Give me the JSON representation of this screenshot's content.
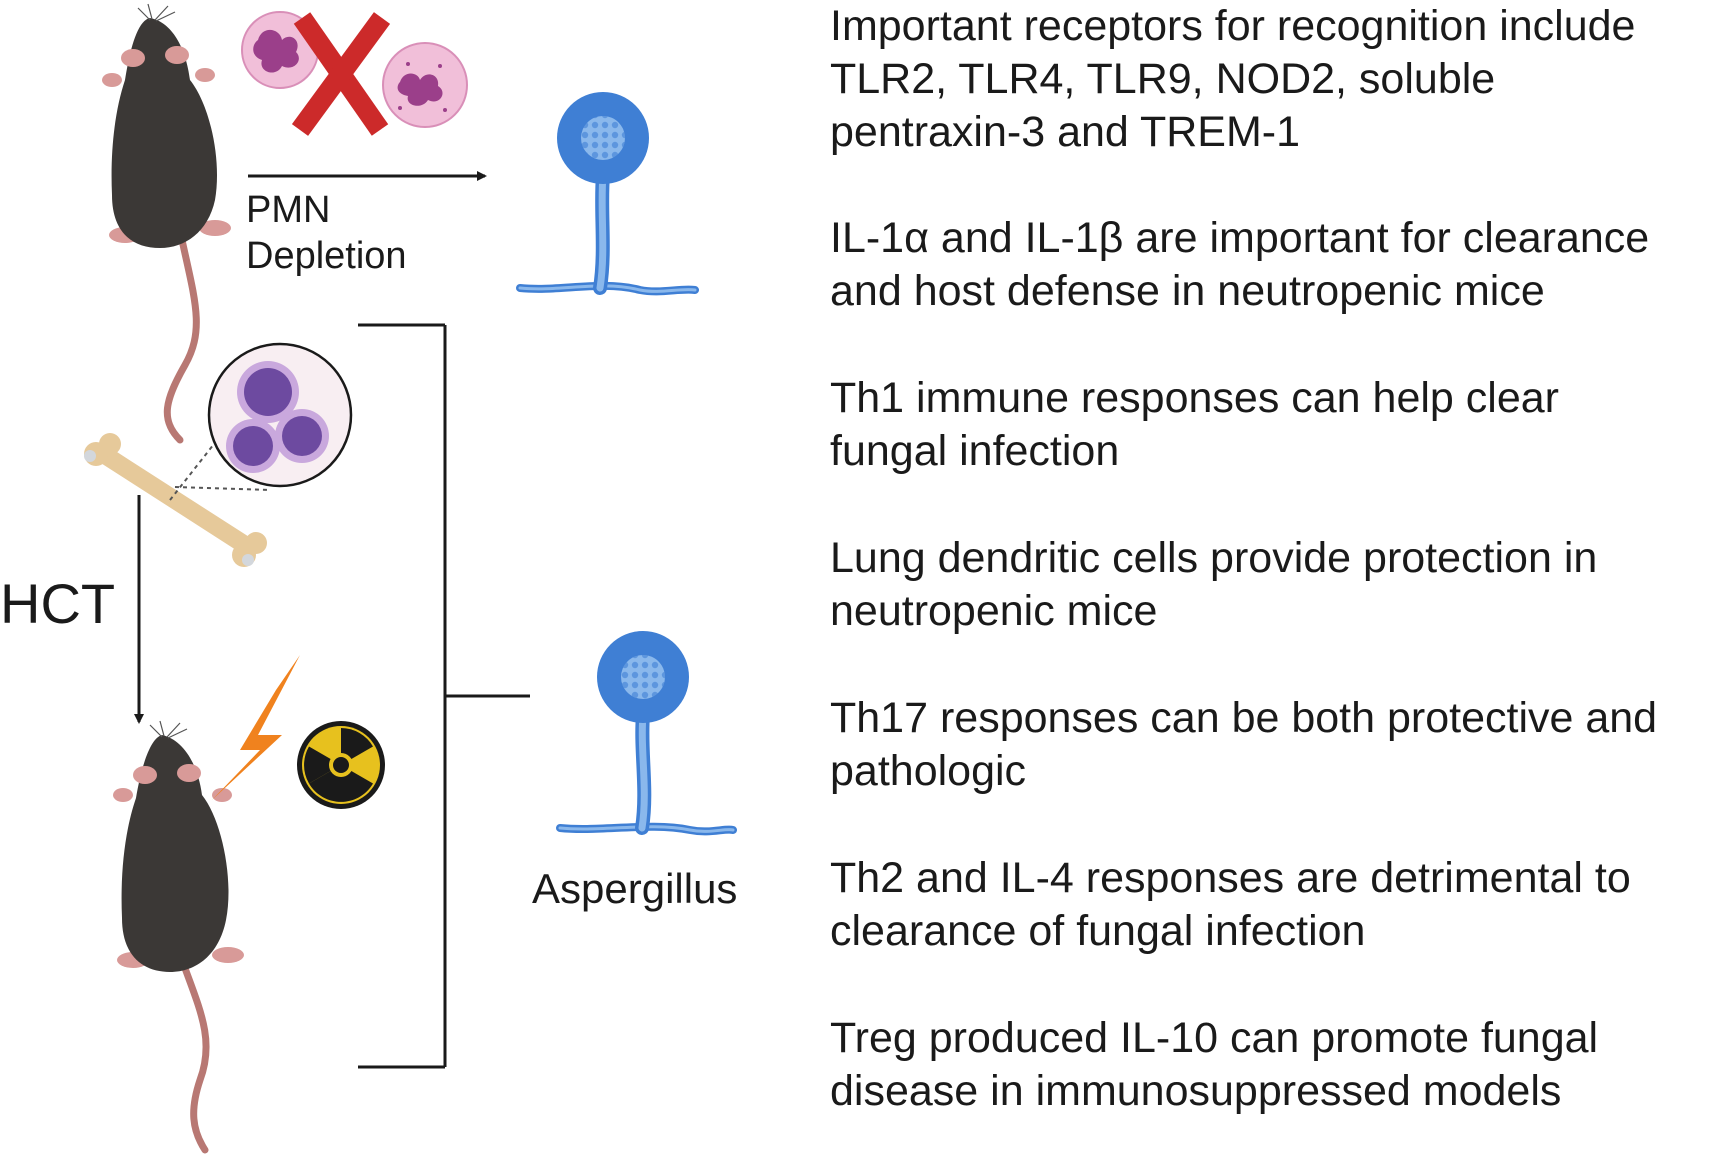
{
  "labels": {
    "pmn_depletion": [
      "PMN",
      "Depletion"
    ],
    "hct": "HCT",
    "aspergillus": "Aspergillus"
  },
  "statements": [
    "Important receptors for recognition include\nTLR2, TLR4, TLR9, NOD2, soluble\npentraxin-3 and TREM-1",
    "IL-1α and IL-1β are important for clearance\nand host defense in neutropenic mice",
    "Th1 immune responses can help clear\nfungal infection",
    "Lung dendritic cells provide protection in\nneutropenic mice",
    "Th17 responses can be both protective and\npathologic",
    "Th2 and IL-4 responses are detrimental to\nclearance of fungal infection",
    "Treg produced IL-10 can promote fungal\ndisease in immunosuppressed models"
  ],
  "colors": {
    "mouse_body": "#3b3836",
    "mouse_pink": "#d89a98",
    "mouse_tail": "#b87873",
    "neutrophil_cell": "#f1bfd9",
    "neutrophil_nucleus": "#9b3f8a",
    "cross": "#cc2a2a",
    "bone": "#e6c99a",
    "stem_cell": "#6d4aa0",
    "lightning": "#f0821e",
    "radiation": "#e7c11e",
    "fungus": "#3f7fd4",
    "fungus_light": "#8ab8ec",
    "line": "#1a1a1a"
  },
  "icons": [
    "mouse-icon",
    "neutrophil-icon",
    "cross-icon",
    "aspergillus-icon",
    "bone-icon",
    "stem-cell-icon",
    "lightning-icon",
    "radiation-icon"
  ]
}
